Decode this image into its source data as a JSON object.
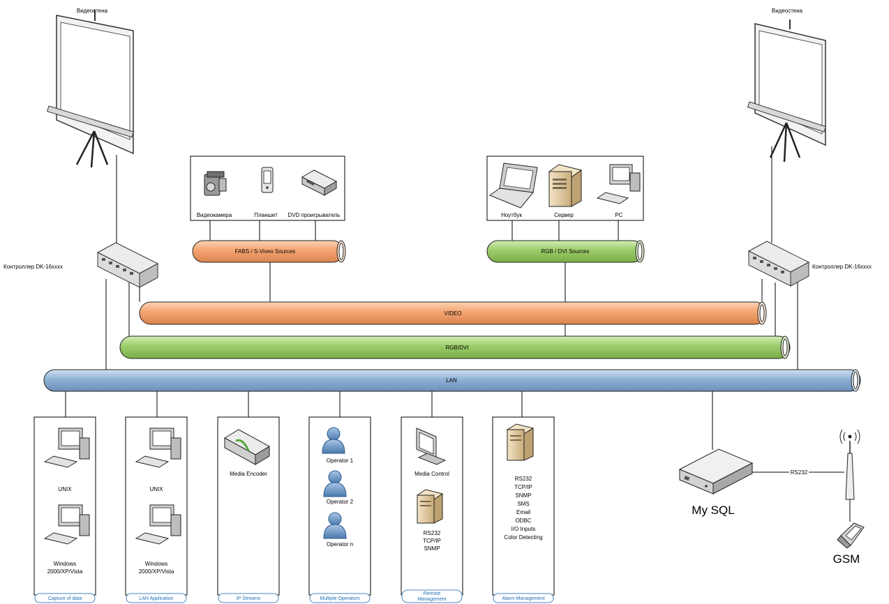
{
  "videowall": {
    "left_label": "Видеостена",
    "right_label": "Видеостена"
  },
  "controller": {
    "left_label": "Контроллер DK-16xxxx",
    "right_label": "Контроллер DK-16xxxx"
  },
  "buses": {
    "fabs": "FABS / S-Viveo Sources",
    "rgb_sources": "RGB / DVI Sources",
    "video": "VIDEO",
    "rgb_dvi": "RGB/DVI",
    "lan": "LAN"
  },
  "bus_colors": {
    "orange": "#f4a471",
    "green": "#9ccc6a",
    "blue": "#8fb1d6"
  },
  "sources_left": [
    "Видеокамера",
    "Планшет",
    "DVD проигрыватель"
  ],
  "sources_right": [
    "Ноутбук",
    "Сервер",
    "PC"
  ],
  "panels": {
    "capture": {
      "tab": "Capture of data",
      "label1": "UNIX",
      "label2a": "Windows",
      "label2b": "2000/XP/Vista"
    },
    "lan_app": {
      "tab": "LAN Application",
      "label1": "UNIX",
      "label2a": "Windows",
      "label2b": "2000/XP/Vista"
    },
    "ip_streams": {
      "tab": "IP Streams",
      "label1": "Media Encoder"
    },
    "operators": {
      "tab": "Multiple Operators",
      "op1": "Operator 1",
      "op2": "Operator 2",
      "opn": "Operator n"
    },
    "remote": {
      "tab_line1": "Remote",
      "tab_line2": "Management",
      "label1": "Media Control",
      "lines": [
        "RS232",
        "TCP/IP",
        "SNMP"
      ]
    },
    "alarm": {
      "tab": "Alarm Management",
      "lines": [
        "RS232",
        "TCP/IP",
        "SNMP",
        "SMS",
        "Email",
        "ODBC",
        "I/O Inputs",
        "Color Detecting"
      ]
    }
  },
  "mysql": {
    "label": "My SQL"
  },
  "link": {
    "label": "RS232"
  },
  "gsm": {
    "label": "GSM"
  }
}
